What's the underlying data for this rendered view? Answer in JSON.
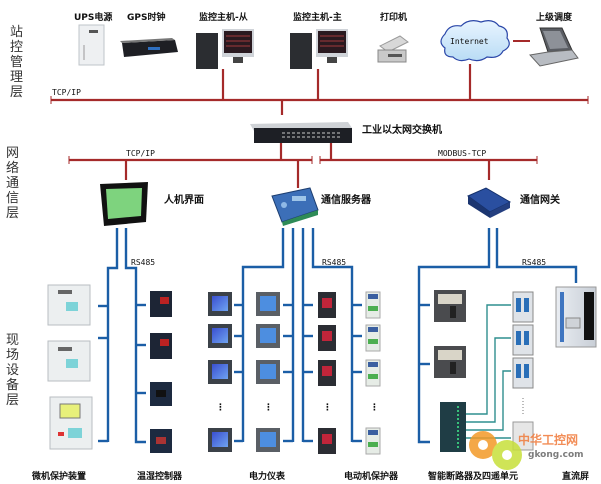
{
  "diagram": {
    "layers": [
      {
        "name": "站控管理层"
      },
      {
        "name": "网络通信层"
      },
      {
        "name": "现场设备层"
      }
    ],
    "buses": {
      "station_bus": "TCP/IP",
      "network_left": "TCP/IP",
      "network_right": "MODBUS-TCP",
      "rs485_hmi": "RS485",
      "rs485_server": "RS485",
      "rs485_gateway": "RS485"
    },
    "station_devices": {
      "ups": "UPS电源",
      "gps": "GPS时钟",
      "monitor_slave": "监控主机-从",
      "monitor_master": "监控主机-主",
      "printer": "打印机",
      "internet": "Internet",
      "upper_dispatch": "上级调度"
    },
    "network_devices": {
      "switch": "工业以太网交换机",
      "hmi": "人机界面",
      "comm_server": "通信服务器",
      "comm_gateway": "通信网关"
    },
    "field_groups": [
      {
        "label": "微机保护装置"
      },
      {
        "label": "温湿控制器"
      },
      {
        "label": "电力仪表"
      },
      {
        "label": "电动机保护器"
      },
      {
        "label": "智能断路器及四遥单元"
      },
      {
        "label": "直流屏"
      }
    ],
    "ellipsis": "⋮",
    "watermark": {
      "title": "中华工控网",
      "url": "gkong.com"
    },
    "colors": {
      "ethernet": "#a52a2a",
      "rs485": "#1b5ea6",
      "teal_wire": "#2f8f8f"
    }
  }
}
